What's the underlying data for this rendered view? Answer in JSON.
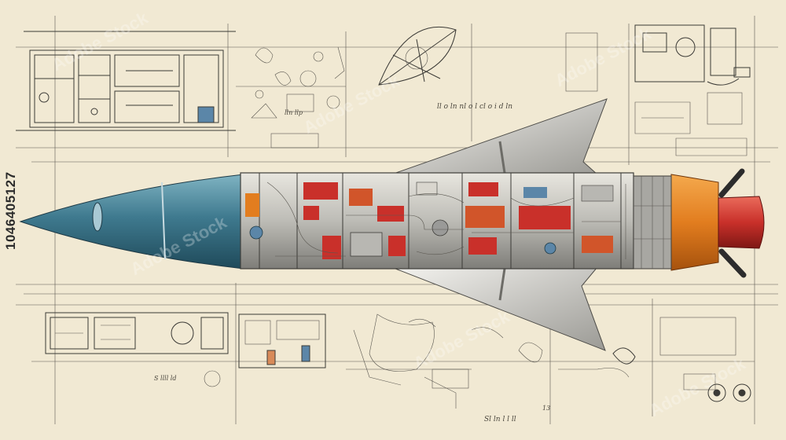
{
  "image": {
    "stock_id": "1046405127",
    "watermark_text": "Adobe Stock",
    "annotations": {
      "mid_label": "ll o ln nl o l cl o i d ln",
      "small_note": "lln llp",
      "bottom_left": "S llll ld",
      "bottom_center": "Sl ln l l ll",
      "bottom_number": "13"
    }
  },
  "palette": {
    "paper": "#f1e9d3",
    "nose_blue": "#3f7a8f",
    "engine_orange": "#e27d1f",
    "nozzle_red": "#c9302a",
    "metal_gray": "#9a9a98",
    "ink": "#3b3a36"
  }
}
